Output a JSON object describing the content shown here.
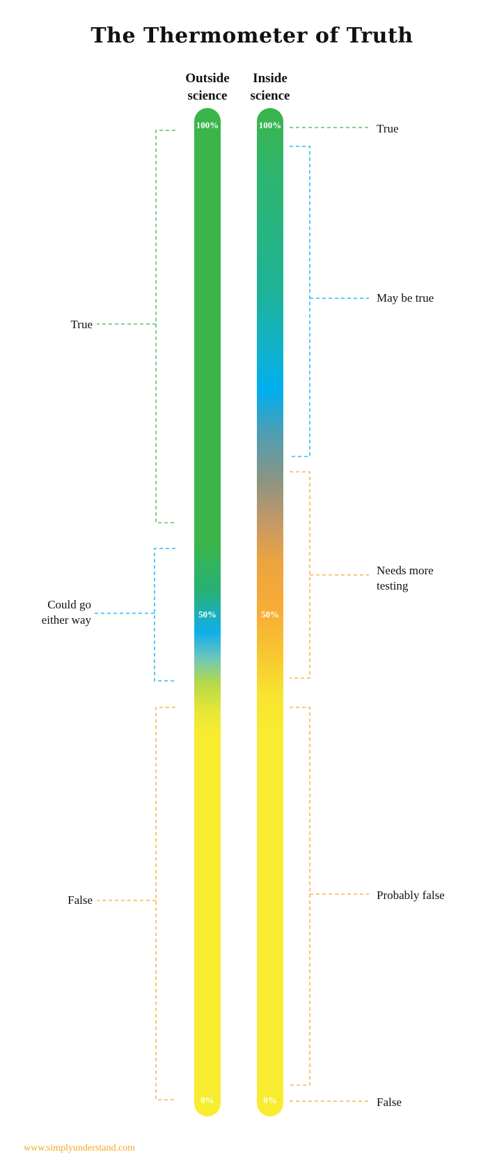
{
  "title": "The Thermometer of Truth",
  "columns": {
    "outside": {
      "line1": "Outside",
      "line2": "science"
    },
    "inside": {
      "line1": "Inside",
      "line2": "science"
    }
  },
  "scale": {
    "top": "100%",
    "middle": "50%",
    "bottom": "0%"
  },
  "outside_labels": {
    "true": "True",
    "either_line1": "Could go",
    "either_line2": "either way",
    "false": "False"
  },
  "inside_labels": {
    "true": "True",
    "may_be_true": "May be true",
    "needs_line1": "Needs more",
    "needs_line2": "testing",
    "probably_false": "Probably false",
    "false": "False"
  },
  "colors": {
    "green": "#3bb54a",
    "blue": "#00aeef",
    "orange": "#f5a623",
    "yellow": "#f8ec31"
  },
  "footer": "www.simplyunderstand.com"
}
